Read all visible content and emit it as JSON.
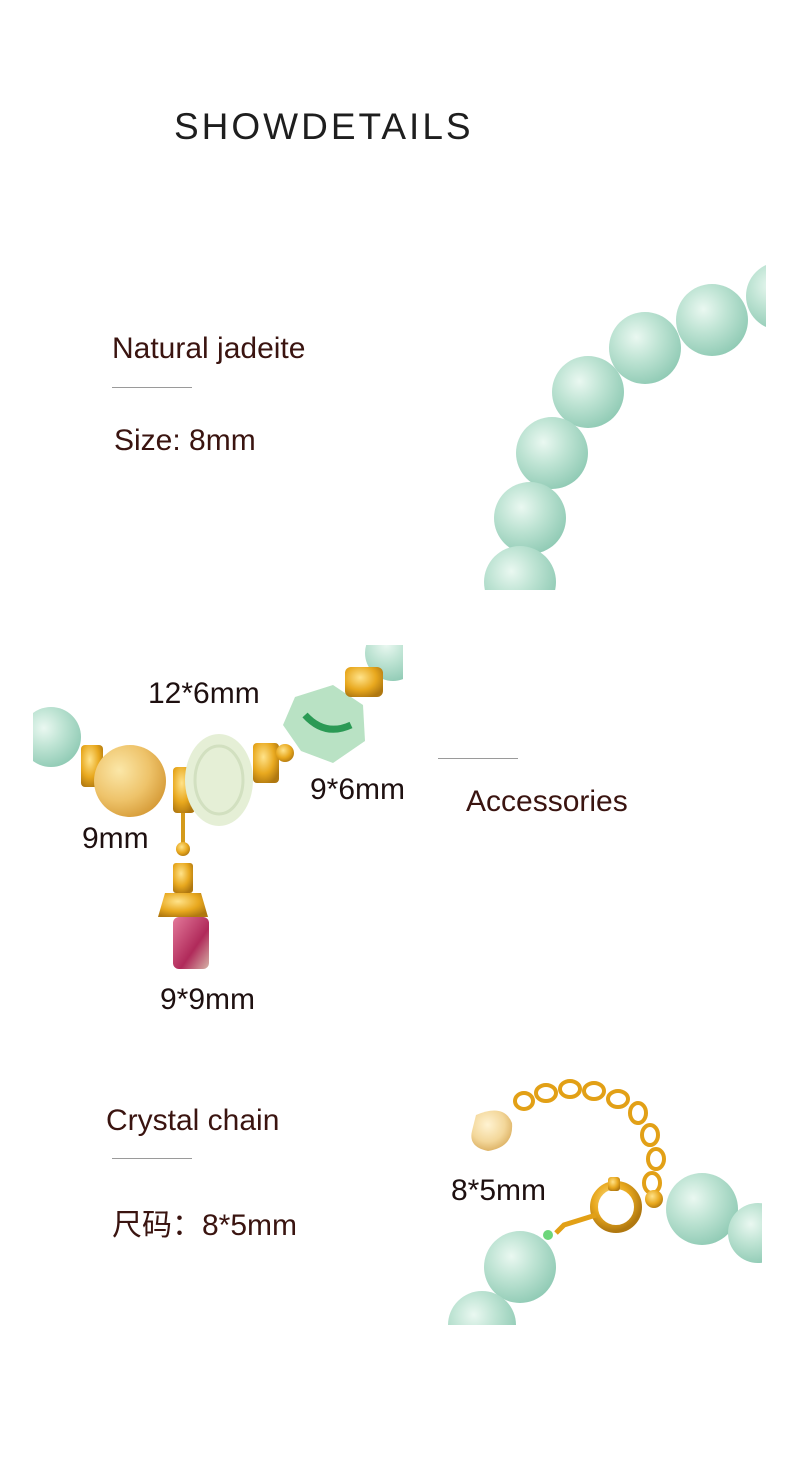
{
  "header": {
    "title": "SHOWDETAILS"
  },
  "section_jadeite": {
    "heading": "Natural jadeite",
    "size": "Size: 8mm"
  },
  "section_accessories": {
    "heading": "Accessories",
    "labels": {
      "spacer": "12*6mm",
      "hexagon": "9*6mm",
      "round_bead": "9mm",
      "pendant": "9*9mm"
    }
  },
  "section_chain": {
    "heading": "Crystal chain",
    "size": "尺码：8*5mm",
    "charm_label": "8*5mm"
  },
  "colors": {
    "jade": "#bfe4d4",
    "gold": "#e8a81e",
    "heading_text": "#3a1410"
  }
}
